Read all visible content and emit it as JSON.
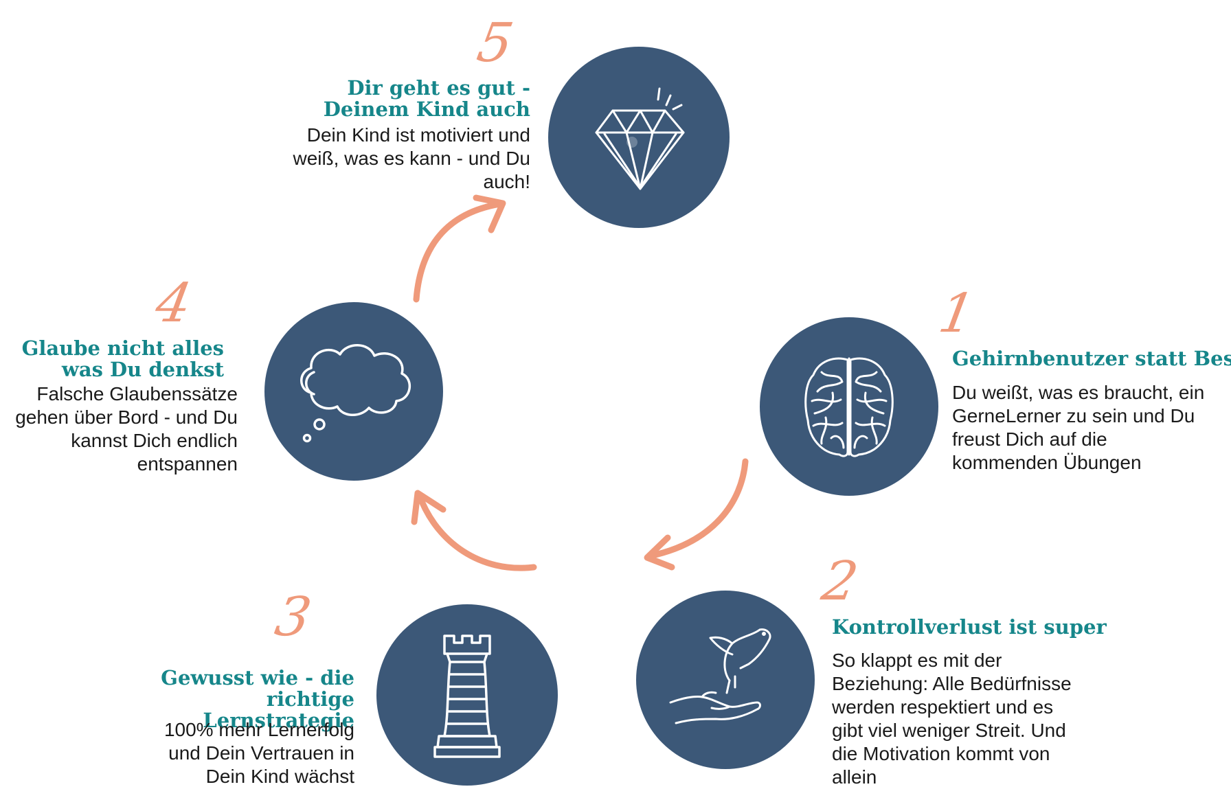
{
  "colors": {
    "circle": "#3c5878",
    "accent": "#ef9a7b",
    "teal": "#16868a",
    "text": "#1a1a1a",
    "icon_stroke": "#ffffff"
  },
  "steps": [
    {
      "number": "1",
      "icon": "brain-icon",
      "title": "Gehirnbenutzer statt Besitzer",
      "body": "Du weißt, was es braucht, ein GerneLerner zu sein und Du freust Dich auf die kommenden Übungen"
    },
    {
      "number": "2",
      "icon": "hand-bird-icon",
      "title": "Kontrollverlust ist super",
      "body": "So klappt es mit der Beziehung: Alle Bedürfnisse werden respektiert und es gibt viel weniger Streit. Und die Motivation kommt von allein"
    },
    {
      "number": "3",
      "icon": "chess-rook-icon",
      "title": "Gewusst wie - die richtige Lernstrategie",
      "body": "100% mehr Lernerfolg und Dein Vertrauen in Dein Kind wächst"
    },
    {
      "number": "4",
      "icon": "thought-cloud-icon",
      "title": "Glaube nicht alles was Du denkst",
      "body": "Falsche Glaubenssätze gehen über Bord - und Du kannst Dich endlich entspannen"
    },
    {
      "number": "5",
      "icon": "diamond-icon",
      "title": "Dir geht es gut - Deinem Kind auch",
      "body": "Dein Kind ist motiviert und weiß, was es kann - und Du auch!"
    }
  ]
}
